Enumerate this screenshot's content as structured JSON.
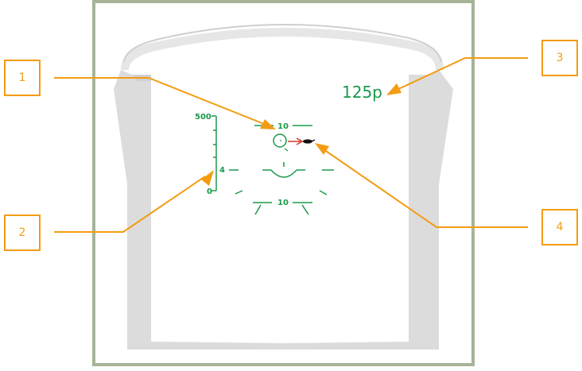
{
  "hud": {
    "altitude_scale": {
      "top_label": "500",
      "index_label": "4",
      "bottom_label": "0"
    },
    "pitch_ladder": {
      "upper_label": "10",
      "lower_label": "10"
    },
    "speed_readout": "125р"
  },
  "callouts": [
    {
      "number": "1"
    },
    {
      "number": "2"
    },
    {
      "number": "3"
    },
    {
      "number": "4"
    }
  ],
  "colors": {
    "frame": "#a5b496",
    "canopy": "#dcdcdc",
    "hud_green": "#1a9a4a",
    "callout_orange": "#f39c12",
    "target_marker_red": "#d43a2a",
    "aircraft_symbol": "#111111"
  }
}
